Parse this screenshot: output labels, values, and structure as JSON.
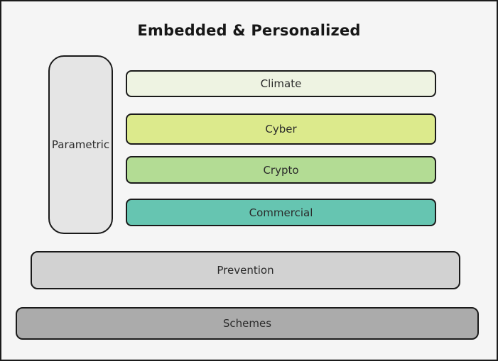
{
  "diagram": {
    "title": "Embedded & Personalized",
    "colors": {
      "canvas_background": "#f5f5f5",
      "node_border": "#1a1a1a",
      "label_text": "#2b2b2b"
    },
    "parametric": {
      "label": "Parametric",
      "fill": "#e5e5e5"
    },
    "bars": [
      {
        "label": "Climate",
        "fill": "#eef3e2"
      },
      {
        "label": "Cyber",
        "fill": "#dcea8c"
      },
      {
        "label": "Crypto",
        "fill": "#b3dc94"
      },
      {
        "label": "Commercial",
        "fill": "#66c5b1"
      }
    ],
    "wide_bars": [
      {
        "label": "Prevention",
        "fill": "#d2d2d2"
      },
      {
        "label": "Schemes",
        "fill": "#ababab"
      }
    ]
  }
}
